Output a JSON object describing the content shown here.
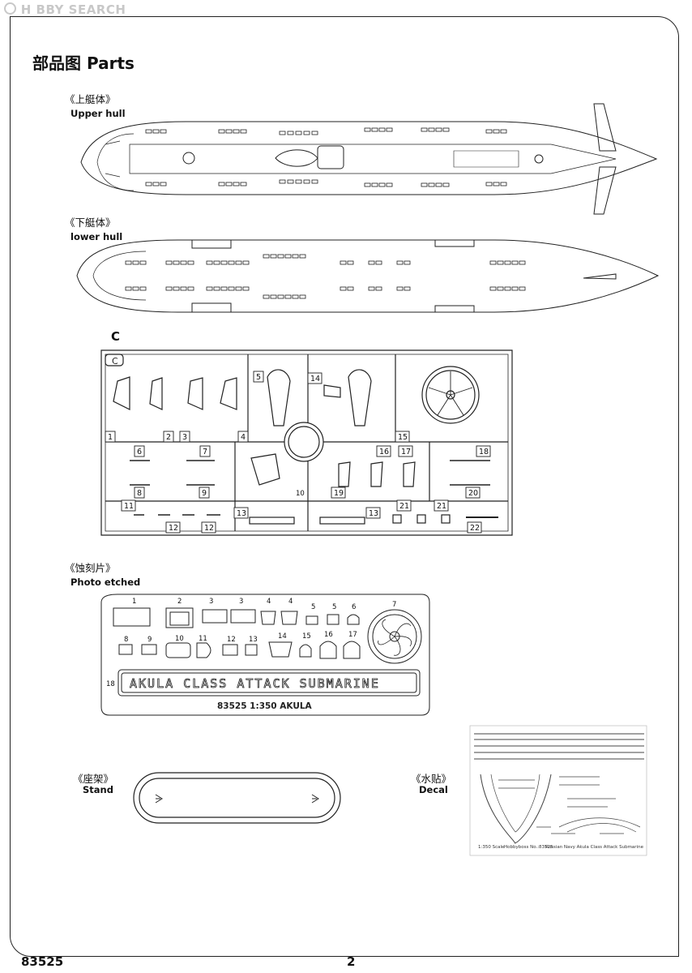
{
  "watermark": "H BBY SEARCH",
  "page_title": "部品图 Parts",
  "sections": {
    "upper_hull": {
      "cn": "《上艇体》",
      "en": "Upper hull"
    },
    "lower_hull": {
      "cn": "《下艇体》",
      "en": "lower hull"
    },
    "sprue_c": {
      "label": "C",
      "corner_tag": "C"
    },
    "photo_etched": {
      "cn": "《蚀刻片》",
      "en": "Photo etched"
    },
    "stand": {
      "cn": "《座架》",
      "en": "Stand"
    },
    "decal": {
      "cn": "《水贴》",
      "en": "Decal"
    }
  },
  "sprue_part_numbers": [
    "1",
    "2",
    "3",
    "4",
    "5",
    "6",
    "7",
    "8",
    "9",
    "10",
    "11",
    "12",
    "12",
    "13",
    "13",
    "14",
    "15",
    "16",
    "17",
    "18",
    "19",
    "20",
    "21",
    "21",
    "22"
  ],
  "pe_part_numbers": [
    "1",
    "2",
    "3",
    "3",
    "4",
    "4",
    "5",
    "5",
    "6",
    "7",
    "8",
    "9",
    "10",
    "11",
    "12",
    "13",
    "14",
    "15",
    "16",
    "17",
    "18"
  ],
  "pe_nameplate": "AKULA CLASS ATTACK SUBMARINE",
  "pe_fret_caption": "83525 1:350 AKULA",
  "decal_caption": {
    "scale": "1:350 Scale",
    "number": "Hobbyboss No.:83525",
    "name": "Russian Navy Akula Class Attack Submarine"
  },
  "footer": {
    "code": "83525",
    "page": "2"
  }
}
